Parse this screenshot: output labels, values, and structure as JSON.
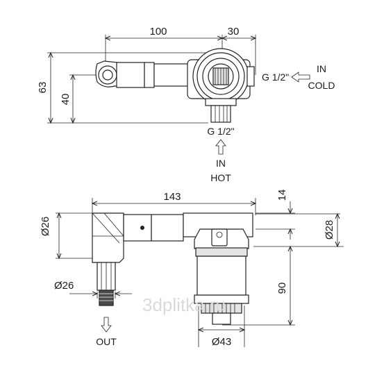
{
  "top_view": {
    "dims": {
      "length_100": "100",
      "length_30": "30",
      "height_63": "63",
      "height_40": "40"
    },
    "thread_cold": "G 1/2\"",
    "thread_hot": "G 1/2\"",
    "cold_in": "IN",
    "cold_label": "COLD",
    "hot_in": "IN",
    "hot_label": "HOT"
  },
  "side_view": {
    "dims": {
      "length_143": "143",
      "top_14": "14",
      "dia_28": "Ø28",
      "dia_26_top": "Ø26",
      "dia_26_bottom": "Ø26",
      "height_90": "90",
      "dia_43": "Ø43"
    },
    "out_label": "OUT"
  },
  "watermark": "3dplitka.ru"
}
